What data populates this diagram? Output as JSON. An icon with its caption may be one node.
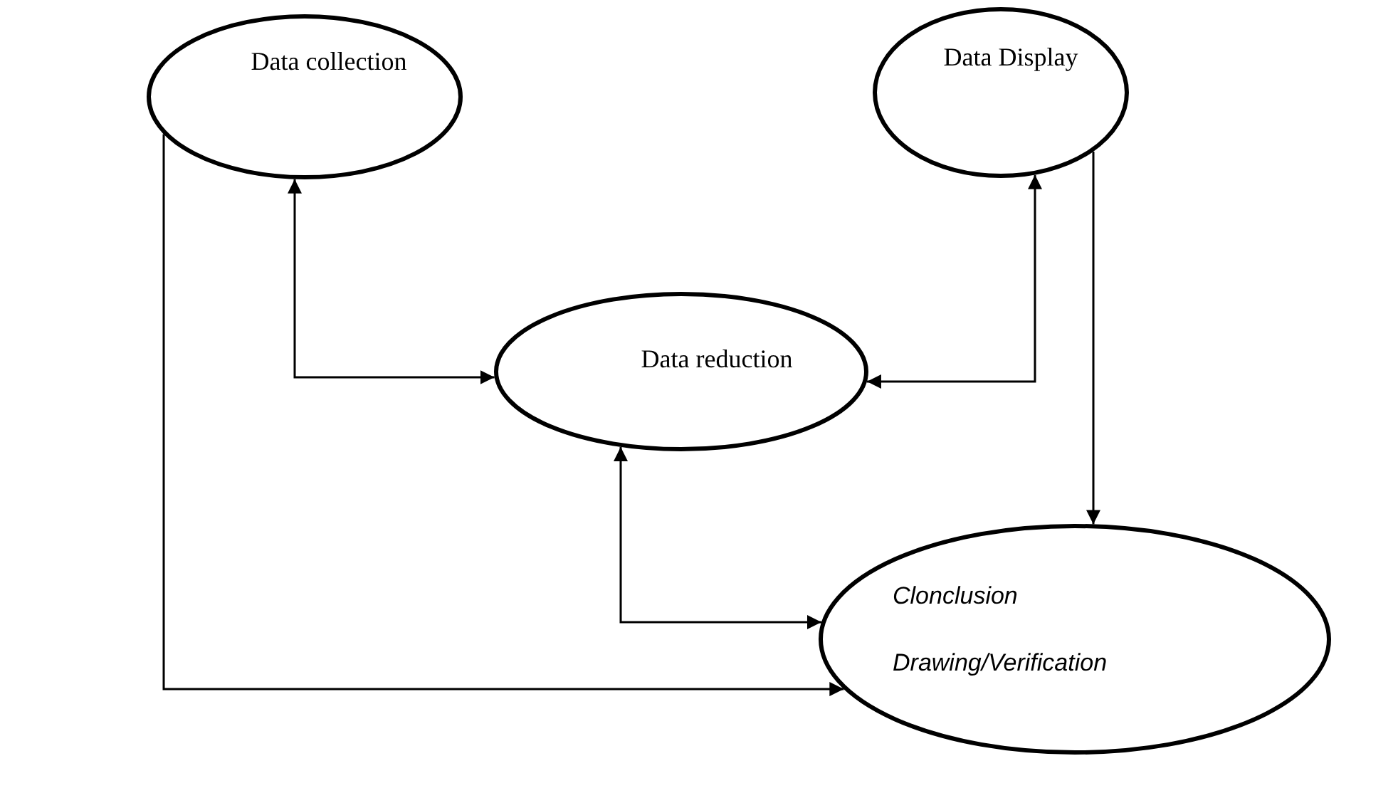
{
  "diagram": {
    "nodes": [
      {
        "text": [
          "Data collection"
        ]
      },
      {
        "text": [
          "Data Display"
        ]
      },
      {
        "text": [
          "Data reduction"
        ]
      },
      {
        "text": [
          "Clonclusion",
          "Drawing/Verification"
        ]
      }
    ],
    "edges": [
      {
        "from": 0,
        "to": 2,
        "arrow": "both"
      },
      {
        "from": 1,
        "to": 2,
        "arrow": "both"
      },
      {
        "from": 1,
        "to": 3,
        "arrow": "to"
      },
      {
        "from": 2,
        "to": 3,
        "arrow": "both"
      },
      {
        "from": 0,
        "to": 3,
        "arrow": "to"
      }
    ]
  }
}
